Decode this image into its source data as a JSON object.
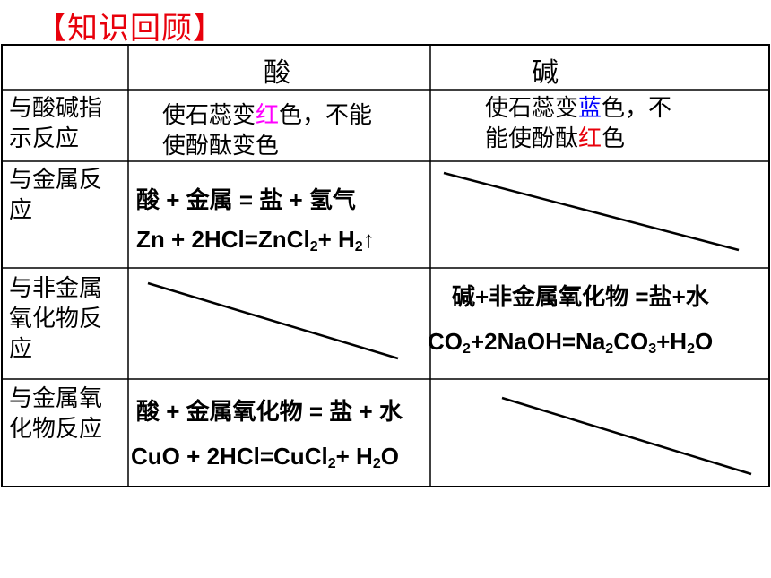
{
  "title": "【知识回顾】",
  "header": {
    "col_acid": "酸",
    "col_base": "碱"
  },
  "rows": [
    {
      "label_l1": "与酸碱指",
      "label_l2": "示反应",
      "acid": {
        "pre": "使石蕊变",
        "color_word": "红",
        "post": "色，不能",
        "line2": "使酚酞变色"
      },
      "base": {
        "pre": "使石蕊变",
        "color_word": "蓝",
        "post": "色，不",
        "line2_pre": "能使酚酞",
        "line2_color": "红",
        "line2_post": "色"
      }
    },
    {
      "label_l1": "与金属反",
      "label_l2": "应",
      "acid": {
        "line1": "酸 + 金属 = 盐 + 氢气",
        "eq": "Zn + 2HCl=ZnCl2+ H2↑"
      },
      "base": {
        "empty": true
      }
    },
    {
      "label_l1": "与非金属",
      "label_l2": "氧化物反",
      "label_l3": "应",
      "acid": {
        "empty": true
      },
      "base": {
        "line1": "碱+非金属氧化物 =盐+水",
        "eq": "CO2+2NaOH=Na2CO3+H2O"
      }
    },
    {
      "label_l1": "与金属氧",
      "label_l2": "化物反应",
      "acid": {
        "line1": "酸 + 金属氧化物 = 盐 + 水",
        "eq": "CuO + 2HCl=CuCl2+ H2O"
      },
      "base": {
        "empty": true
      }
    }
  ],
  "colors": {
    "title": "#e8000b",
    "red_word": "#e8000b",
    "magenta_word": "#ff00ff",
    "blue_word": "#0000ff"
  }
}
